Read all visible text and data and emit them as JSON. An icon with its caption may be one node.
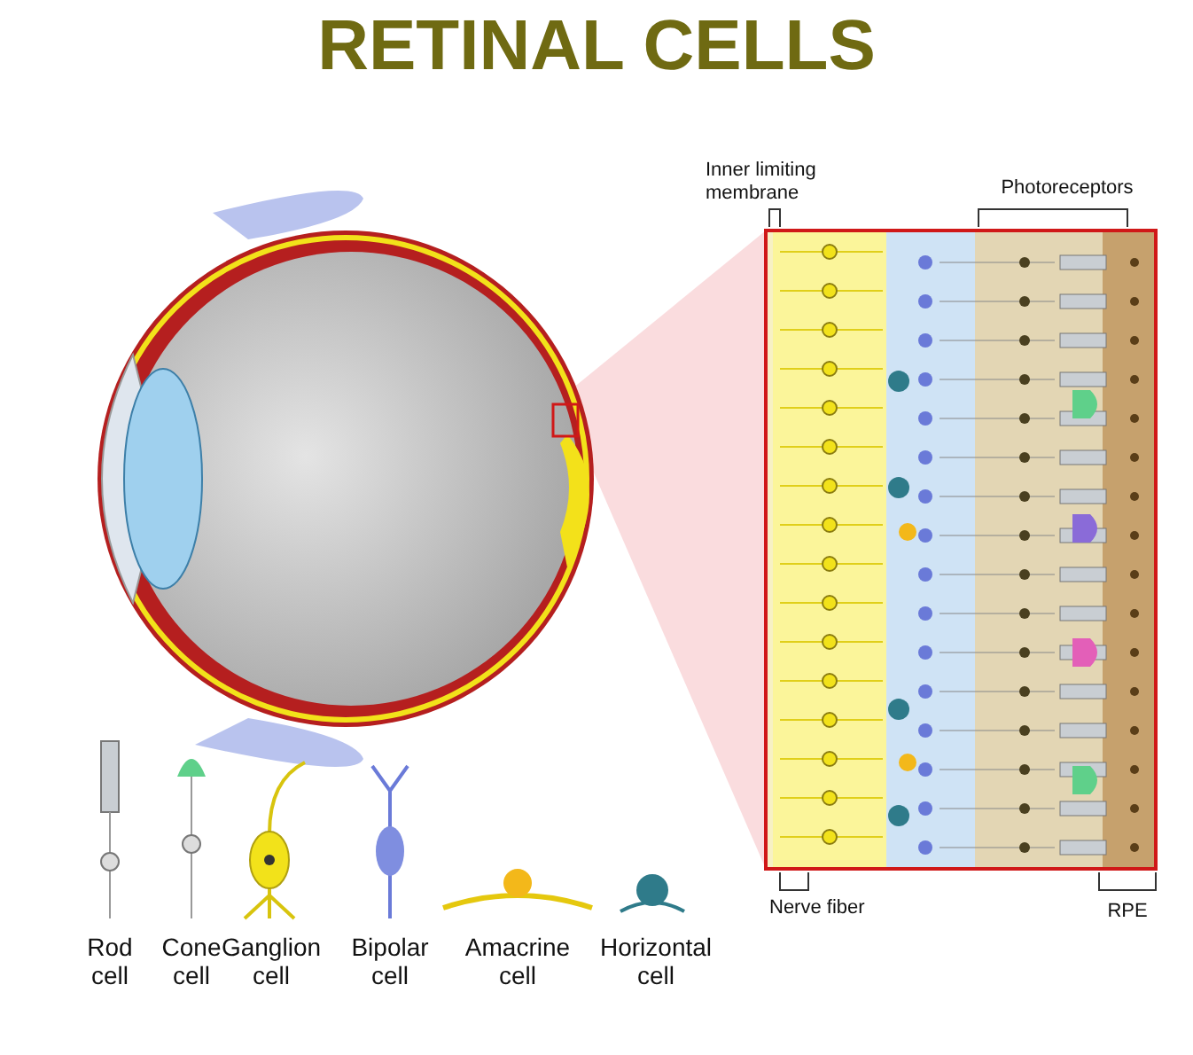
{
  "diagram": {
    "title": "RETINAL CELLS",
    "labels": [
      "Inner limiting membrane",
      "Photoreceptors",
      "Nerve fiber",
      "RPE",
      "Rod cell",
      "Cone cell",
      "Ganglion cell",
      "Bipolar cell",
      "Amacrine cell",
      "Horizontal cell"
    ]
  }
}
